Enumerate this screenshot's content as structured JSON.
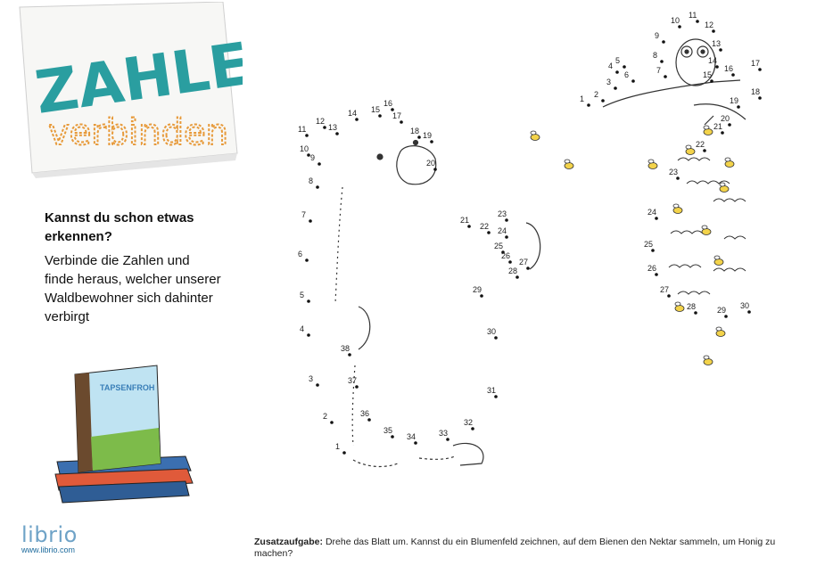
{
  "header": {
    "title_top": "ZAHLEN",
    "title_bottom": "verbinden"
  },
  "intro": {
    "heading": "Kannst du schon etwas\nerkennen?",
    "body": "Verbinde die Zahlen und\nfinde heraus, welcher unserer\nWaldbewohner sich dahinter\nverbirgt"
  },
  "book": {
    "cover_title": "TAPSENFROH"
  },
  "puzzle_left": {
    "labels": [
      "1",
      "2",
      "3",
      "4",
      "5",
      "6",
      "7",
      "8",
      "9",
      "10",
      "11",
      "12",
      "13",
      "14",
      "15",
      "16",
      "17",
      "18",
      "19",
      "20",
      "21",
      "22",
      "23",
      "24",
      "25",
      "26",
      "27",
      "28",
      "29",
      "30",
      "31",
      "32",
      "33",
      "34",
      "35",
      "36",
      "37",
      "38"
    ]
  },
  "puzzle_right": {
    "labels": [
      "1",
      "2",
      "3",
      "4",
      "5",
      "6",
      "7",
      "8",
      "9",
      "10",
      "11",
      "12",
      "13",
      "14",
      "15",
      "16",
      "17",
      "18",
      "19",
      "20",
      "21",
      "22",
      "23",
      "24",
      "25",
      "26",
      "27",
      "28",
      "29",
      "30"
    ]
  },
  "brand": {
    "logo_text": "librio",
    "url": "www.librio.com"
  },
  "footer": {
    "task_label": "Zusatzaufgabe:",
    "task_text": "Drehe das Blatt um. Kannst du ein Blumenfeld zeichnen, auf dem Bienen den Nektar sammeln, um Honig zu machen?"
  },
  "colors": {
    "title_teal": "#2a9ea0",
    "title_orange": "#e79a3a",
    "logo_blue": "#6fa3c7",
    "bee_yellow": "#f3d34a"
  }
}
